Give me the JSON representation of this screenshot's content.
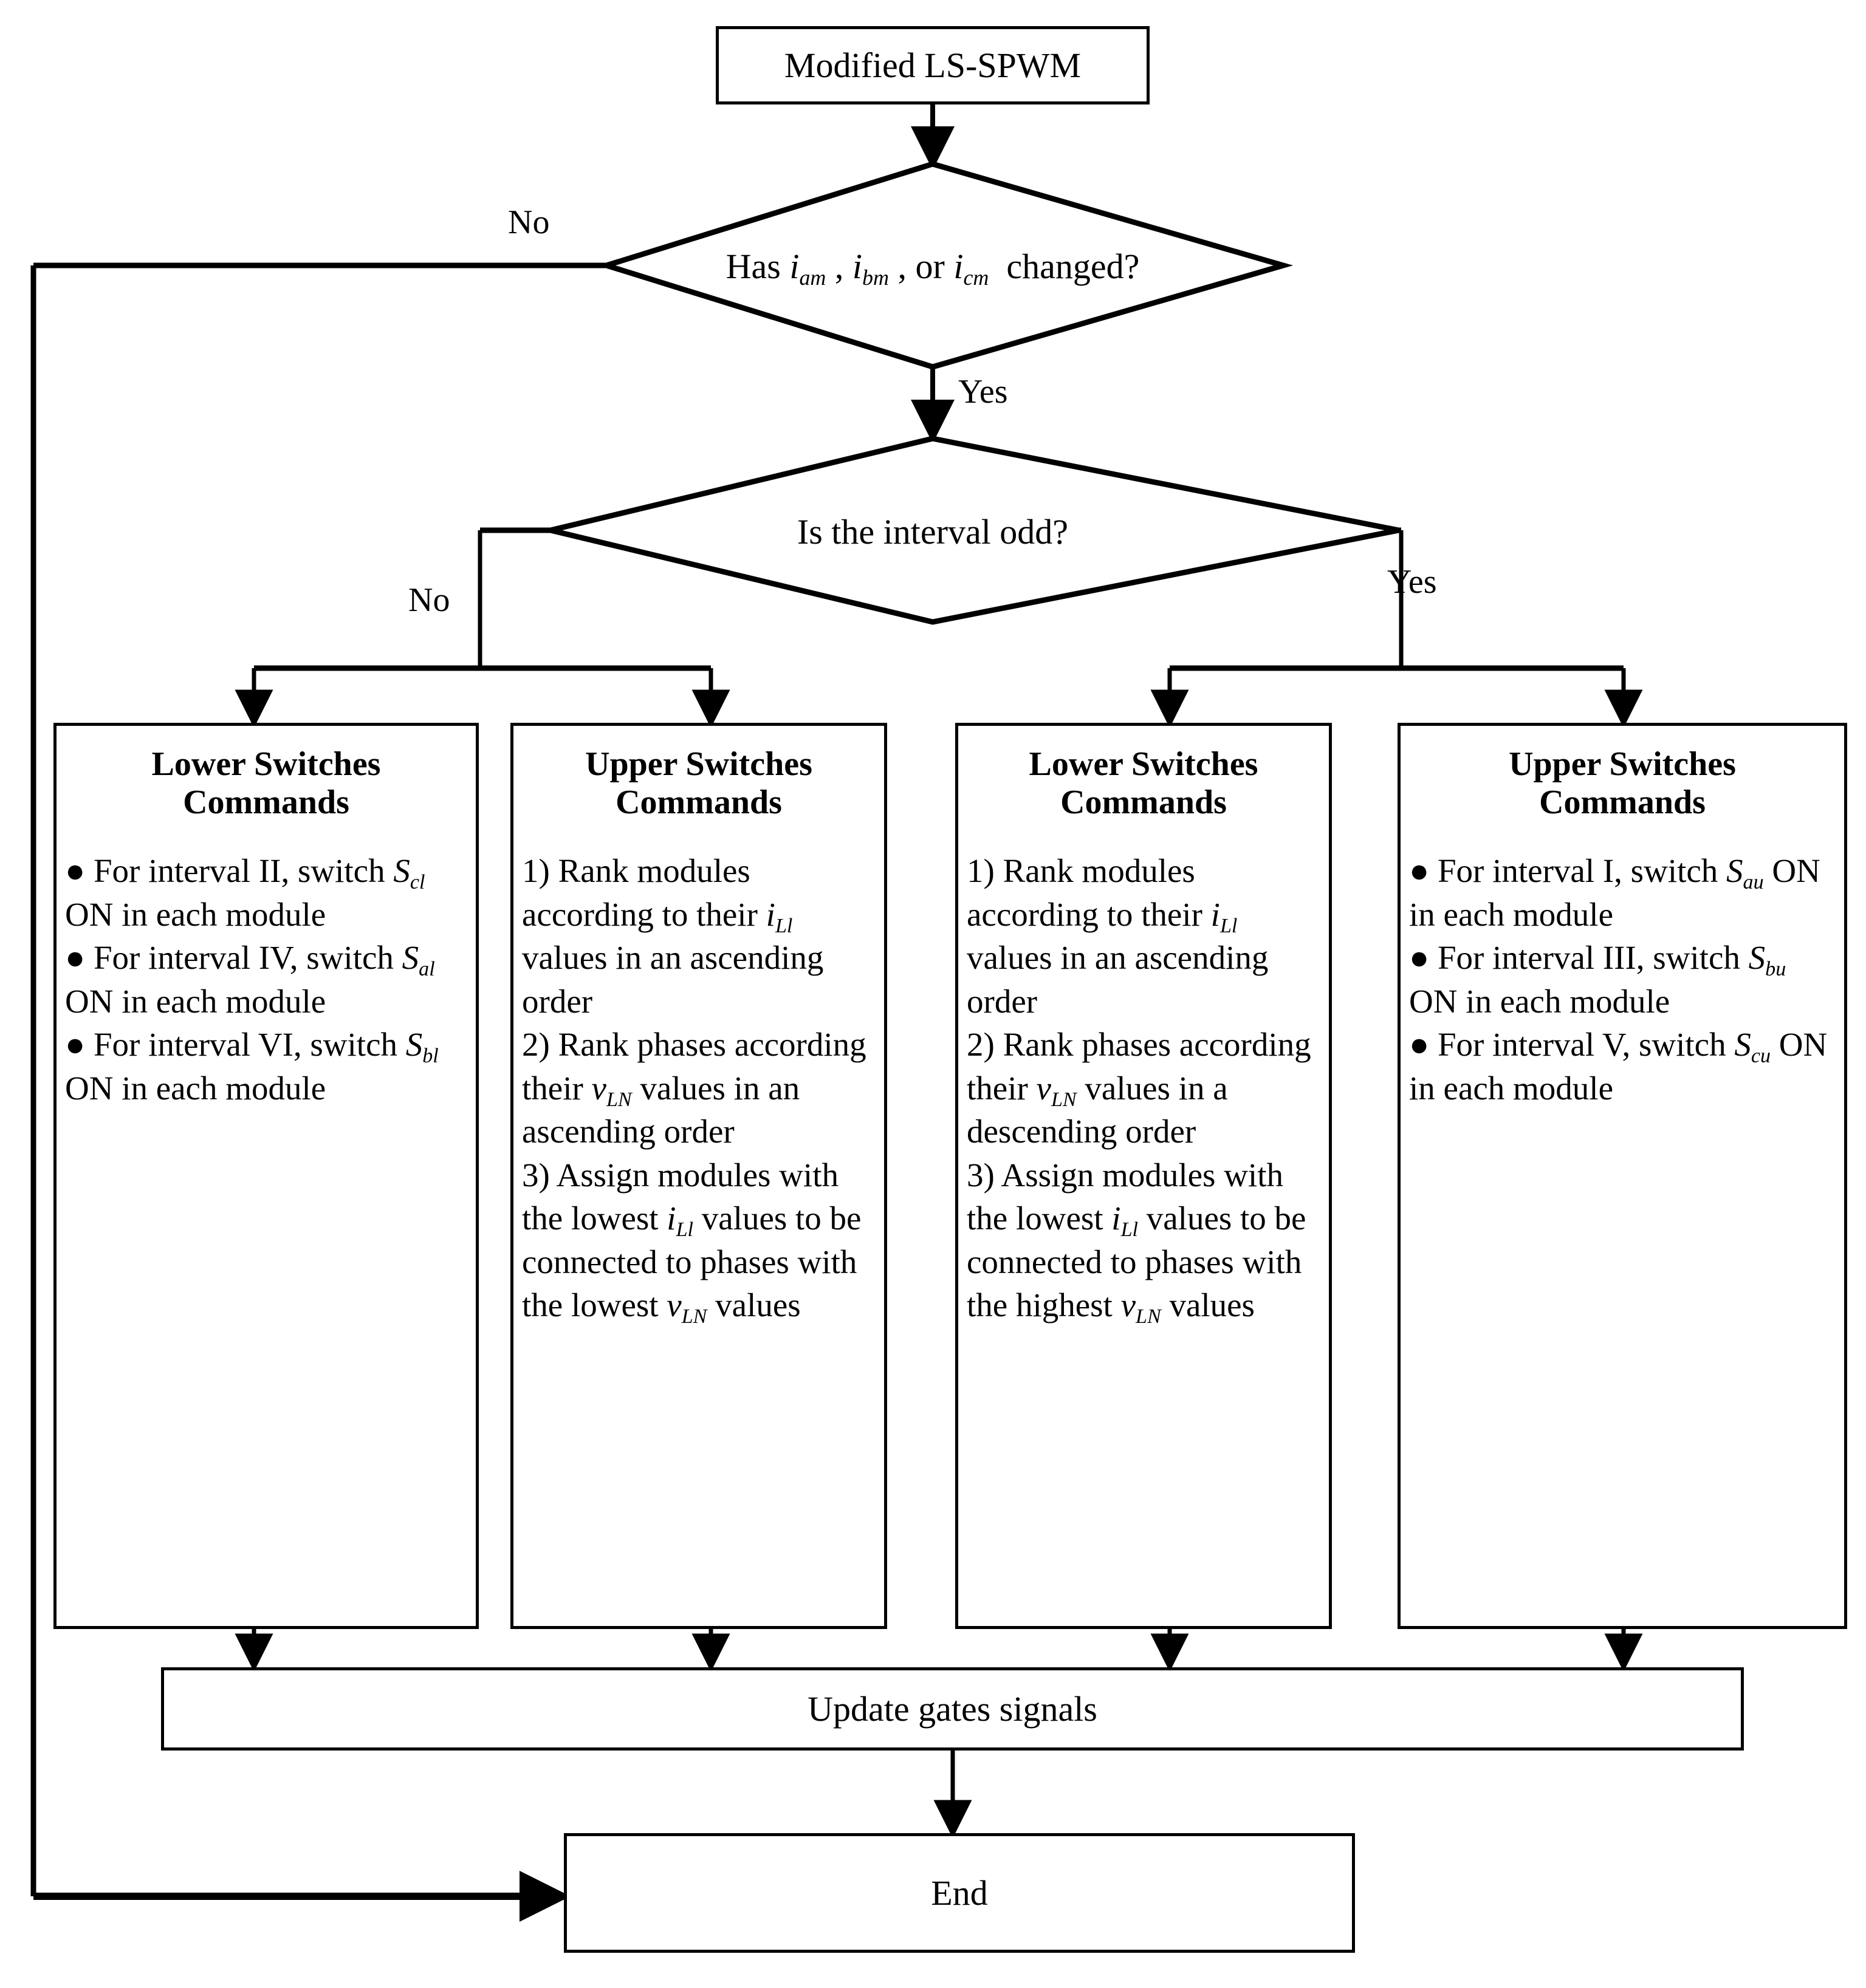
{
  "diagram": {
    "type": "flowchart",
    "title_node": {
      "label": "Modified LS-SPWM"
    },
    "decision_1": {
      "label_html": "Has i<sub>am</sub> , i<sub>bm</sub> , or i<sub>cm</sub>  changed?",
      "label_text": "Has i_am , i_bm , or i_cm changed?",
      "no_label": "No",
      "yes_label": "Yes"
    },
    "decision_2": {
      "label_text": "Is the interval odd?",
      "no_label": "No",
      "yes_label": "Yes"
    },
    "boxes": [
      {
        "id": "lower-even",
        "title": "Lower Switches\nCommands",
        "title_line1": "Lower Switches",
        "title_line2": "Commands",
        "list_style": "bullet",
        "items_html": [
          "&#9679; For interval II, switch <em class=\"v\">S<sub>cl</sub></em>  ON in each module",
          "&#9679; For interval IV, switch <em class=\"v\">S<sub>al</sub></em>  ON in each module",
          "&#9679; For interval VI, switch <em class=\"v\">S<sub>bl</sub></em>  ON in each module"
        ],
        "items_text": [
          "• For interval II, switch S_cl ON in each module",
          "• For interval IV, switch S_al ON in each module",
          "• For interval VI, switch S_bl ON in each module"
        ]
      },
      {
        "id": "upper-even",
        "title_line1": "Upper Switches",
        "title_line2": "Commands",
        "list_style": "numbered",
        "items_html": [
          "1) Rank modules according to their <em class=\"v\">i<sub>Ll</sub></em> values in an ascending order",
          "2) Rank phases according their <em class=\"v\">v<sub>LN</sub></em> values in an ascending order",
          "3) Assign modules with the lowest <em class=\"v\">i<sub>Ll</sub></em> values to be connected to phases with the lowest <em class=\"v\">v<sub>LN</sub></em> values"
        ],
        "items_text": [
          "1) Rank modules according to their i_Ll values in an ascending order",
          "2) Rank phases according their v_LN values in an ascending order",
          "3) Assign modules with the lowest i_Ll values to be connected to phases with the lowest v_LN values"
        ]
      },
      {
        "id": "lower-odd",
        "title_line1": "Lower Switches",
        "title_line2": "Commands",
        "list_style": "numbered",
        "items_html": [
          "1) Rank modules according to their <em class=\"v\">i<sub>Ll</sub></em> values in an ascending order",
          "2) Rank phases according their <em class=\"v\">v<sub>LN</sub></em> values in a descending order",
          "3) Assign modules with the lowest <em class=\"v\">i<sub>Ll</sub></em> values to be connected to phases with the highest <em class=\"v\">v<sub>LN</sub></em> values"
        ],
        "items_text": [
          "1) Rank modules according to their i_Ll values in an ascending order",
          "2) Rank phases according their v_LN values in a descending order",
          "3) Assign modules with the lowest i_Ll values to be connected to phases with the highest v_LN values"
        ]
      },
      {
        "id": "upper-odd",
        "title_line1": "Upper Switches",
        "title_line2": "Commands",
        "list_style": "bullet",
        "items_html": [
          "&#9679; For interval I, switch <em class=\"v\">S<sub>au</sub></em>  ON in each module",
          "&#9679; For interval III, switch <em class=\"v\">S<sub>bu</sub></em>  ON in each module",
          "&#9679; For interval V, switch <em class=\"v\">S<sub>cu</sub></em>  ON in each module"
        ],
        "items_text": [
          "• For interval I, switch S_au ON in each module",
          "• For interval III, switch S_bu ON in each module",
          "• For interval V, switch S_cu ON in each module"
        ]
      }
    ],
    "update_node": {
      "label": "Update gates signals"
    },
    "end_node": {
      "label": "End"
    },
    "colors": {
      "stroke": "#000000",
      "fill": "#ffffff",
      "text": "#000000"
    }
  }
}
